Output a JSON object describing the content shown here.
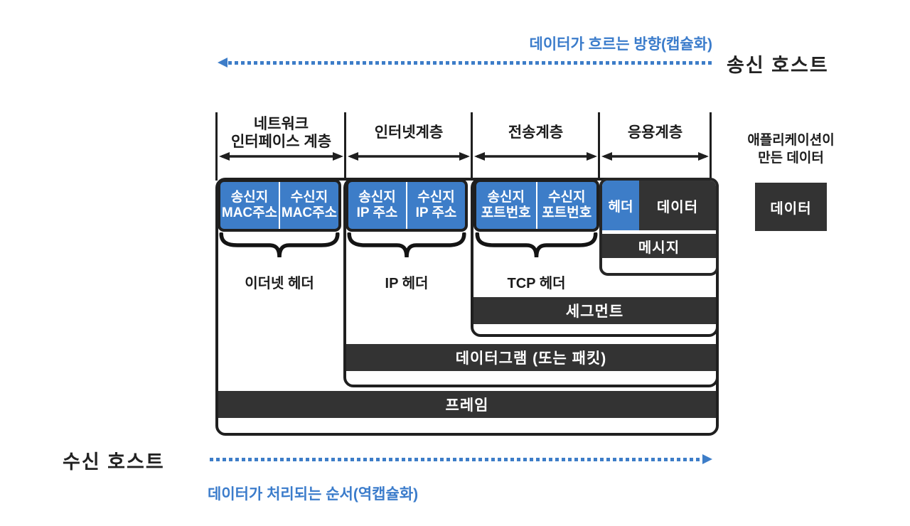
{
  "top": {
    "flow_label": "데이터가 흐르는 방향(캡슐화)",
    "sender_label": "송신 호스트"
  },
  "bottom": {
    "receiver_label": "수신 호스트",
    "flow_label": "데이터가 처리되는 순서(역캡슐화)"
  },
  "layers": [
    {
      "label": "네트워크\n인터페이스 계층"
    },
    {
      "label": "인터넷계층"
    },
    {
      "label": "전송계층"
    },
    {
      "label": "응용계층"
    }
  ],
  "header_groups": [
    {
      "cells": [
        "송신지\nMAC주소",
        "수신지\nMAC주소"
      ],
      "caption": "이더넷 헤더"
    },
    {
      "cells": [
        "송신지\nIP 주소",
        "수신지\nIP 주소"
      ],
      "caption": "IP 헤더"
    },
    {
      "cells": [
        "송신지\n포트번호",
        "수신지\n포트번호"
      ],
      "caption": "TCP 헤더"
    }
  ],
  "message_unit": {
    "header": "헤더",
    "data": "데이터",
    "label": "메시지"
  },
  "pdu_bars": {
    "segment": "세그먼트",
    "datagram": "데이터그램 (또는 패킷)",
    "frame": "프레임"
  },
  "application": {
    "annotation": "애플리케이션이\n만든 데이터",
    "data_box": "데이터"
  },
  "colors": {
    "field_blue": "#3d7dc8",
    "pdu_dark": "#333333",
    "outline": "#1f1f1f",
    "accent_text": "#3b7ccb"
  }
}
